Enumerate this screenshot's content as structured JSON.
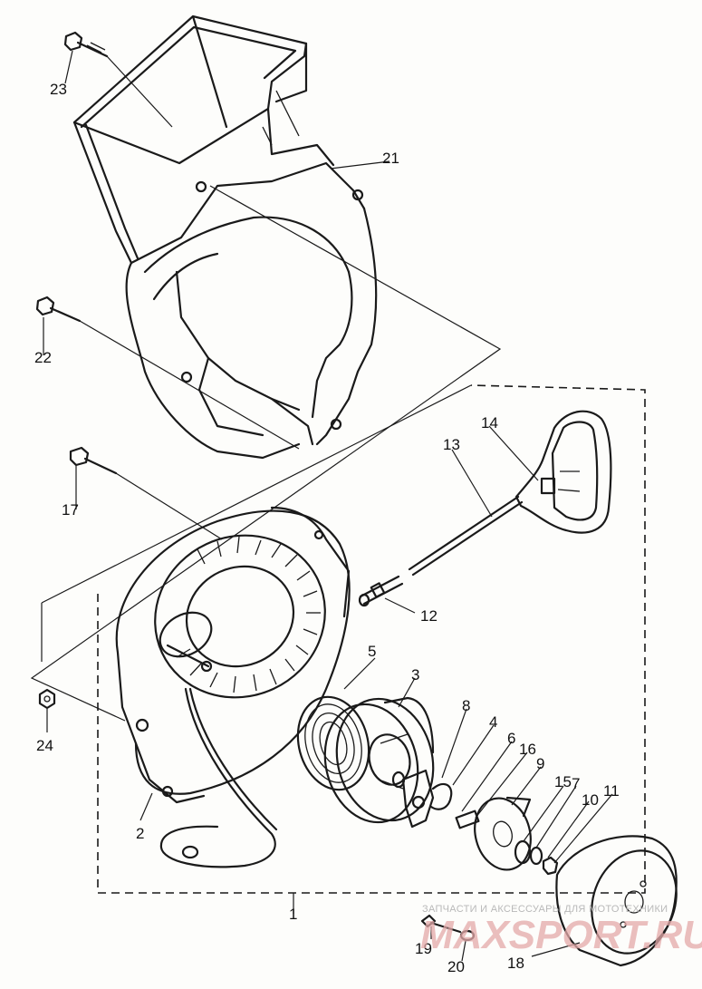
{
  "diagram": {
    "part_numbers": {
      "p1": "1",
      "p2": "2",
      "p3": "3",
      "p4": "4",
      "p5": "5",
      "p6": "6",
      "p7": "7",
      "p8": "8",
      "p9": "9",
      "p10": "10",
      "p11": "11",
      "p12": "12",
      "p13": "13",
      "p14": "14",
      "p15": "15",
      "p16": "16",
      "p17": "17",
      "p18": "18",
      "p19": "19",
      "p20": "20",
      "p21": "21",
      "p22": "22",
      "p23": "23",
      "p24": "24"
    }
  },
  "watermark": {
    "caption": "ЗАПЧАСТИ И АКСЕССУАРЫ ДЛЯ МОТОТЕХНИКИ",
    "logo_text": "MAXSPORT.RU"
  }
}
